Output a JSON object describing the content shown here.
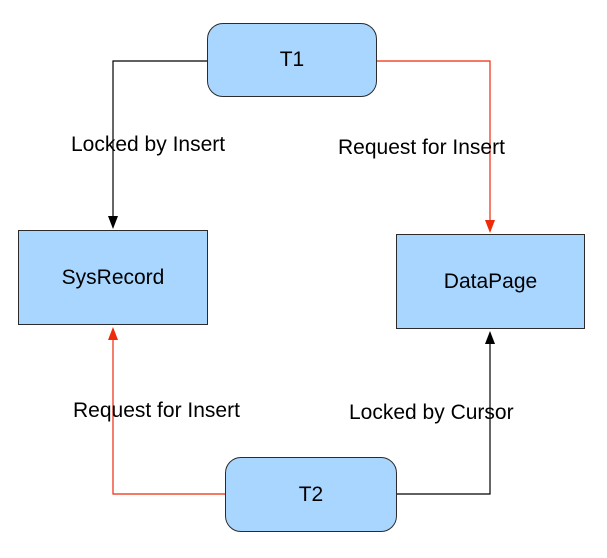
{
  "nodes": {
    "t1": "T1",
    "t2": "T2",
    "sysrecord": "SysRecord",
    "datapage": "DataPage"
  },
  "edges": {
    "t1_to_sysrecord": {
      "label": "Locked by Insert",
      "color": "#000000"
    },
    "t1_to_datapage": {
      "label": "Request for Insert",
      "color": "#ee2a0a"
    },
    "t2_to_sysrecord": {
      "label": "Request for Insert",
      "color": "#ee2a0a"
    },
    "t2_to_datapage": {
      "label": "Locked by Cursor",
      "color": "#000000"
    }
  },
  "colors": {
    "node_fill": "#a9d6ff",
    "node_border": "#2b2b2b"
  }
}
